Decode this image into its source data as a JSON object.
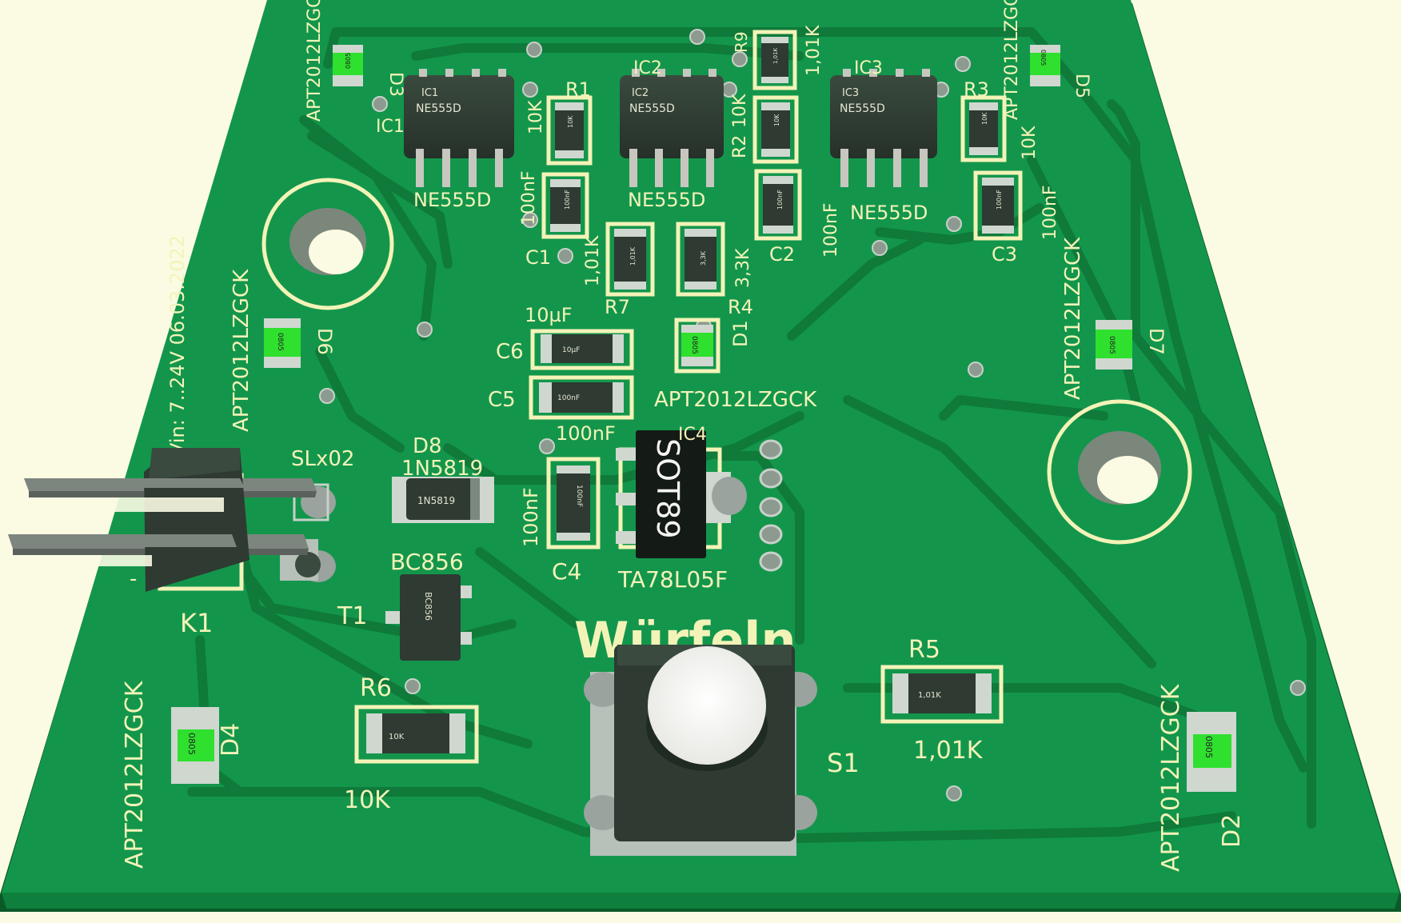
{
  "colors": {
    "background": "#fbfbe3",
    "board": "#13964c",
    "board_edge": "#0b5e2a",
    "trace": "#0f7a3a",
    "silkscreen": "#f3f3b8",
    "component_body": "#2e3a32",
    "led_green": "#2fe02f"
  },
  "board": {
    "title_text": "Würfeln",
    "vin_note": "Vin: 7..24V 06.03.2022"
  },
  "ics": {
    "ic1": {
      "ref": "IC1",
      "ref2": "IC1",
      "chip_label": "IC1",
      "chip_part": "NE555D",
      "value": "NE555D"
    },
    "ic2": {
      "ref": "IC2",
      "chip_label": "IC2",
      "chip_part": "NE555D",
      "value": "NE555D"
    },
    "ic3": {
      "ref": "IC3",
      "chip_label": "IC3",
      "chip_part": "NE555D",
      "value": "NE555D"
    },
    "ic4": {
      "ref": "IC4",
      "package": "SOT89",
      "value": "TA78L05F"
    }
  },
  "resistors": {
    "r1": {
      "ref": "R1",
      "value": "10K",
      "body": "10K"
    },
    "r2": {
      "ref": "R2",
      "value": "10K",
      "body": "10K"
    },
    "r3": {
      "ref": "R3",
      "value": "10K",
      "body": "10K"
    },
    "r4": {
      "ref": "R4",
      "value": "3,3K",
      "body": "3,3K"
    },
    "r5": {
      "ref": "R5",
      "value": "1,01K",
      "body": "1,01K"
    },
    "r6": {
      "ref": "R6",
      "value": "10K",
      "body": "10K"
    },
    "r7": {
      "ref": "R7",
      "value": "1,01K",
      "body": "1,01K"
    },
    "r9": {
      "ref": "R9",
      "value": "1,01K",
      "body": "1,01K"
    }
  },
  "capacitors": {
    "c1": {
      "ref": "C1",
      "value": "100nF",
      "body": "100nF"
    },
    "c2": {
      "ref": "C2",
      "value": "100nF",
      "body": "100nF"
    },
    "c3": {
      "ref": "C3",
      "value": "100nF",
      "body": "100nF"
    },
    "c4": {
      "ref": "C4",
      "value": "100nF",
      "body": "100nF"
    },
    "c5": {
      "ref": "C5",
      "value": "100nF",
      "body": "100nF"
    },
    "c6": {
      "ref": "C6",
      "value": "10µF",
      "body": "10µF"
    }
  },
  "leds": {
    "part": "APT2012LZGCK",
    "body": "0805",
    "d1": "D1",
    "d2": "D2",
    "d3": "D3",
    "d4": "D4",
    "d5": "D5",
    "d6": "D6",
    "d7": "D7"
  },
  "d8": {
    "ref": "D8",
    "value": "1N5819",
    "body": "1N5819"
  },
  "t1": {
    "ref": "T1",
    "value": "BC856",
    "body": "BC856"
  },
  "k1": {
    "ref": "K1",
    "value": "SLx02",
    "minus": "-"
  },
  "s1": {
    "ref": "S1"
  }
}
